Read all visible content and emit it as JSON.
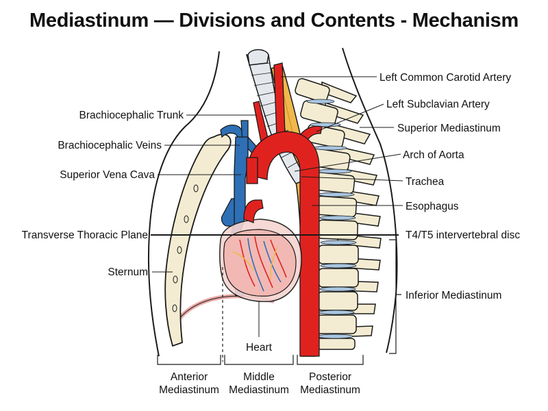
{
  "title": "Mediastinum — Divisions and Contents - Mechanism",
  "labels": {
    "left_common_carotid": "Left Common Carotid Artery",
    "left_subclavian": "Left Subclavian Artery",
    "superior_mediastinum": "Superior Mediastinum",
    "arch_of_aorta": "Arch of Aorta",
    "trachea": "Trachea",
    "esophagus": "Esophagus",
    "t4t5": "T4/T5 intervertebral disc",
    "inferior_mediastinum": "Inferior Mediastinum",
    "brachiocephalic_trunk": "Brachiocephalic Trunk",
    "brachiocephalic_veins": "Brachiocephalic Veins",
    "superior_vena_cava": "Superior Vena Cava",
    "transverse_thoracic_plane": "Transverse Thoracic Plane",
    "sternum": "Sternum",
    "heart": "Heart"
  },
  "regions": {
    "anterior": {
      "line1": "Anterior",
      "line2": "Mediastinum"
    },
    "middle": {
      "line1": "Middle",
      "line2": "Mediastinum"
    },
    "posterior": {
      "line1": "Posterior",
      "line2": "Mediastinum"
    }
  },
  "colors": {
    "artery": "#e0221f",
    "vein": "#2e6fb5",
    "bone": "#f3ecd2",
    "esophagus": "#f0b84c",
    "heart": "#f2b9b4",
    "outline": "#1a1a1a"
  }
}
